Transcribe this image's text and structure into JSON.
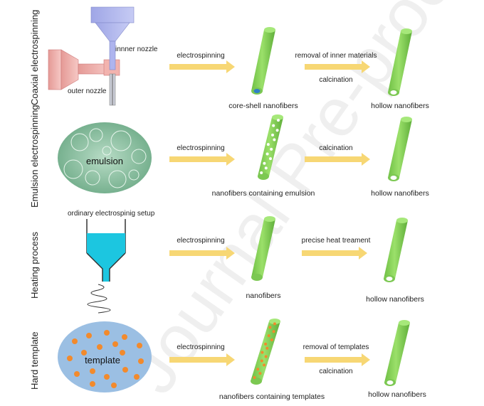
{
  "watermark": "Journal Pre-proofs",
  "rows": [
    {
      "title": "Coaxial electrospinning",
      "setup_labels": {
        "inner": "innner nozzle",
        "outer": "outer nozzle"
      },
      "step1": "electrospinning",
      "fiber1_caption": "core-shell nanofibers",
      "step2_top": "removal of inner materials",
      "step2_bottom": "calcination",
      "fiber2_caption": "hollow nanofibers"
    },
    {
      "title": "Emulsion electrospinning",
      "setup_label": "emulsion",
      "step1": "electrospinning",
      "fiber1_caption": "nanofibers containing emulsion",
      "step2_top": "calcination",
      "fiber2_caption": "hollow nanofibers"
    },
    {
      "title": "Heating process",
      "setup_label": "ordinary electrospinig setup",
      "step1": "electrospinning",
      "fiber1_caption": "nanofibers",
      "step2_top": "precise heat treament",
      "fiber2_caption": "hollow nanofibers"
    },
    {
      "title": "Hard template",
      "setup_label": "template",
      "step1": "electrospinning",
      "fiber1_caption": "nanofibers containing templates",
      "step2_top": "removal of templates",
      "step2_bottom": "calcination",
      "fiber2_caption": "hollow nanofibers"
    }
  ],
  "colors": {
    "fiber": "#8cd05a",
    "fiber_dark": "#5fae3a",
    "arrow": "#f7d774",
    "core": "#2f7fc8",
    "emulsion": "#8fc3a4",
    "syringe": "#1cc6e0",
    "template_bg": "#9bbfe3",
    "template_dot": "#f28a2c"
  }
}
